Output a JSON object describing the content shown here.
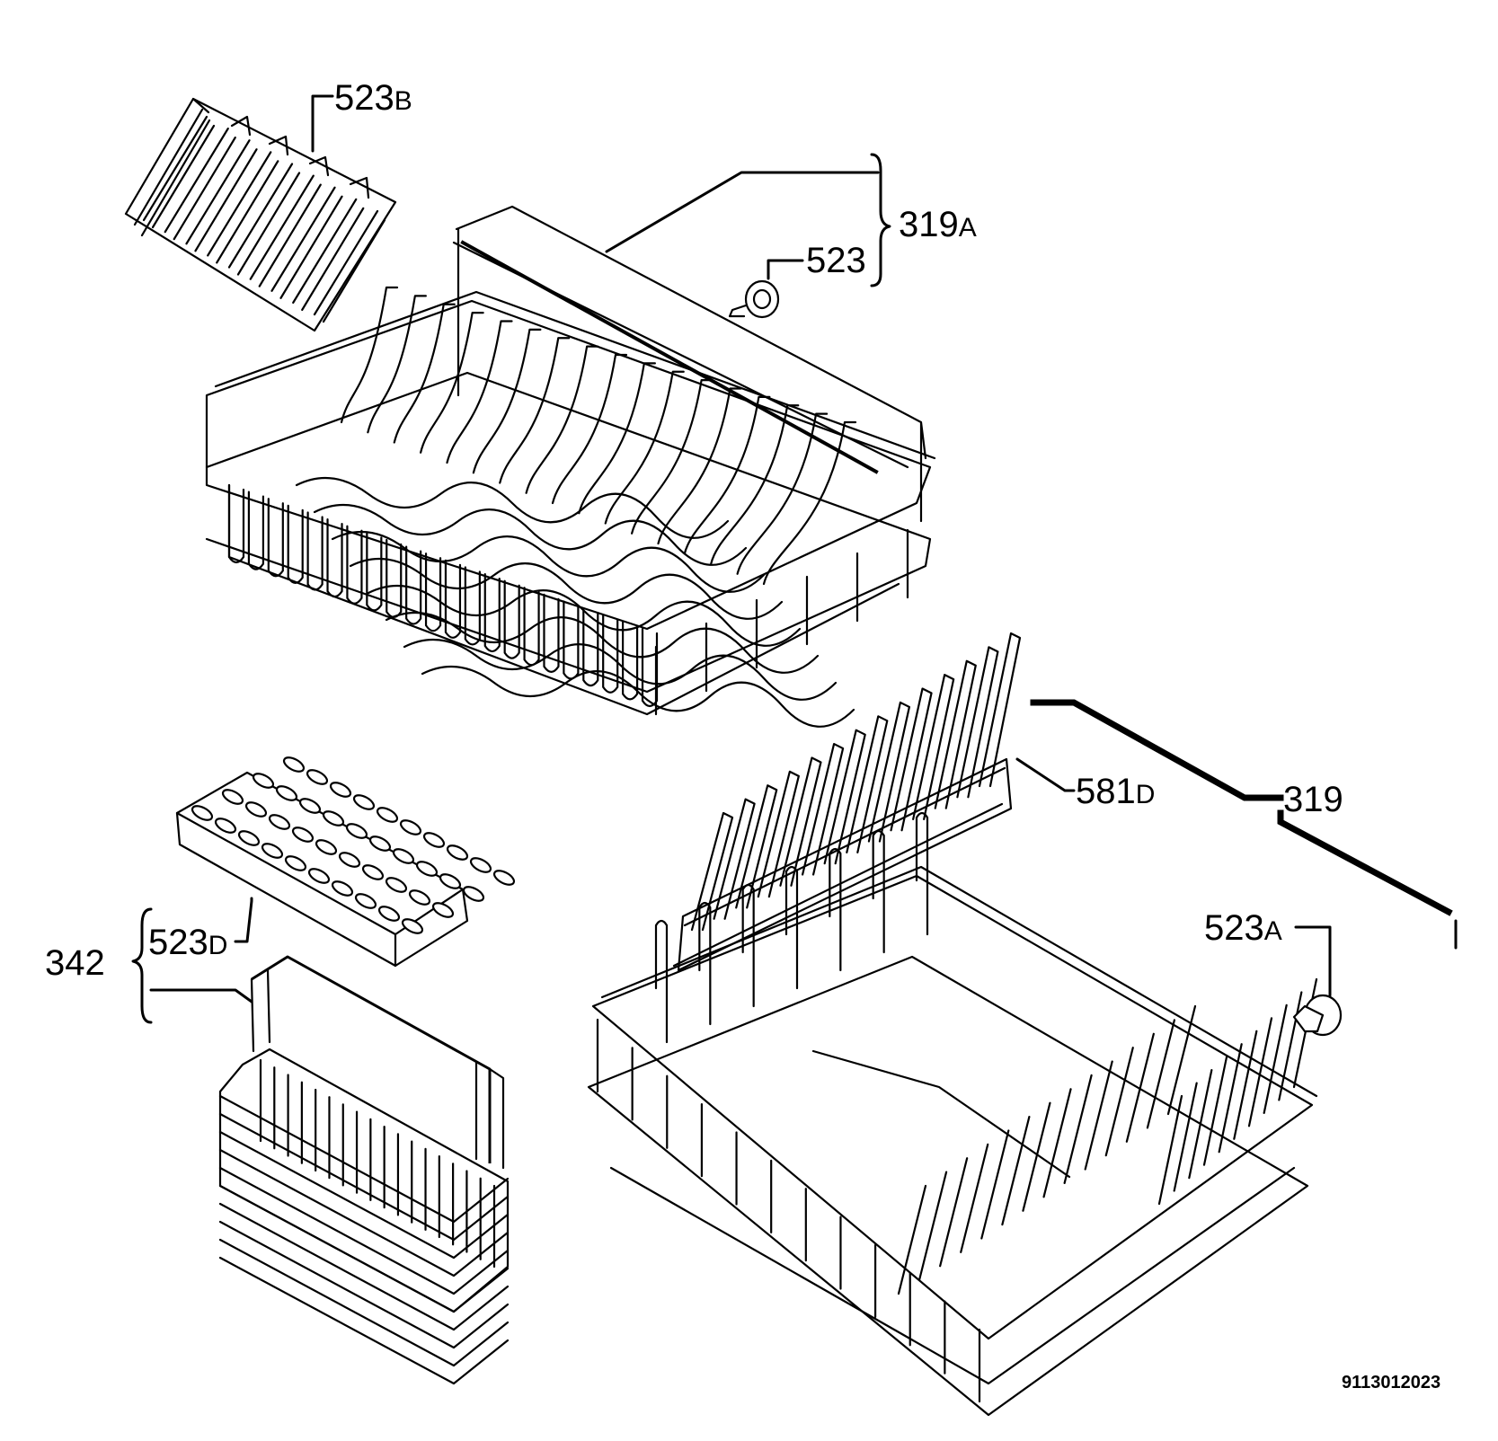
{
  "callouts": [
    {
      "num": "523",
      "suffix": "B"
    },
    {
      "num": "319",
      "suffix": "A"
    },
    {
      "num": "523",
      "suffix": ""
    },
    {
      "num": "581",
      "suffix": "D"
    },
    {
      "num": "319",
      "suffix": ""
    },
    {
      "num": "523",
      "suffix": "A"
    },
    {
      "num": "342",
      "suffix": ""
    },
    {
      "num": "523",
      "suffix": "D"
    }
  ],
  "drawing_code": "9113012023"
}
